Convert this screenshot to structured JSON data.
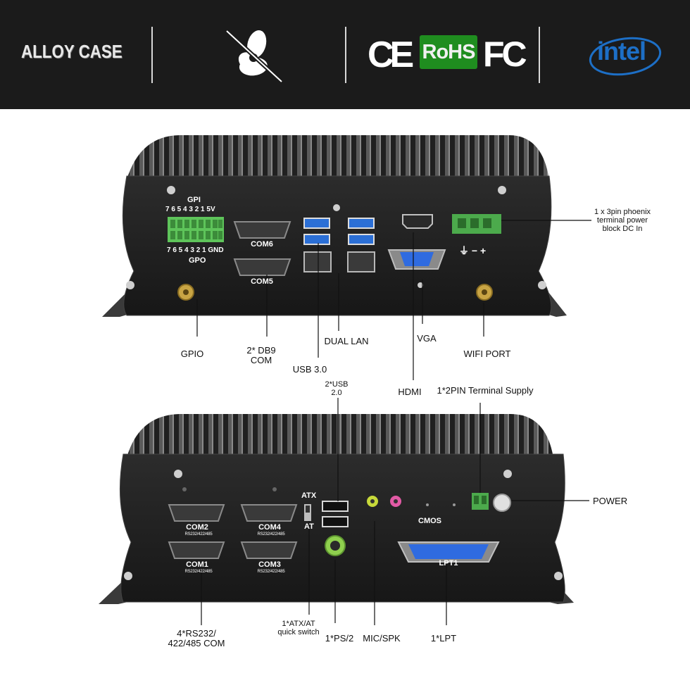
{
  "header": {
    "alloy_label": "ALLOY CASE",
    "ce_label": "CE",
    "rohs_label": "RoHS",
    "fcc_label": "FC",
    "intel_label": "intel"
  },
  "callouts": {
    "phoenix": "1 x 3pin phoenix\nterminal power\nblock DC In",
    "gpio": "GPIO",
    "db9_com": "2* DB9\nCOM",
    "usb30": "USB 3.0",
    "dual_lan": "DUAL LAN",
    "vga": "VGA",
    "hdmi": "HDMI",
    "wifi_port": "WIFI PORT",
    "usb20": "2*USB\n2.0",
    "terminal_supply": "1*2PIN Terminal Supply",
    "power": "POWER",
    "rs232_com": "4*RS232/\n422/485 COM",
    "atx_switch": "1*ATX/AT\nquick switch",
    "ps2": "1*PS/2",
    "mic_spk": "MIC/SPK",
    "lpt": "1*LPT"
  },
  "front_panel": {
    "gpi": "GPI",
    "gpi_pins": "7 6 5 4 3 2 1 5V",
    "gpo_pins": "7 6 5 4 3 2 1 GND",
    "gpo": "GPO",
    "com6": "COM6",
    "com5": "COM5",
    "dc_polarity": "⏚ − +"
  },
  "rear_panel": {
    "atx": "ATX",
    "at": "AT",
    "com2": "COM2",
    "com4": "COM4",
    "com1": "COM1",
    "com3": "COM3",
    "com_spec": "RS232/422/485",
    "cmos": "CMOS",
    "lpt1": "LPT1"
  }
}
